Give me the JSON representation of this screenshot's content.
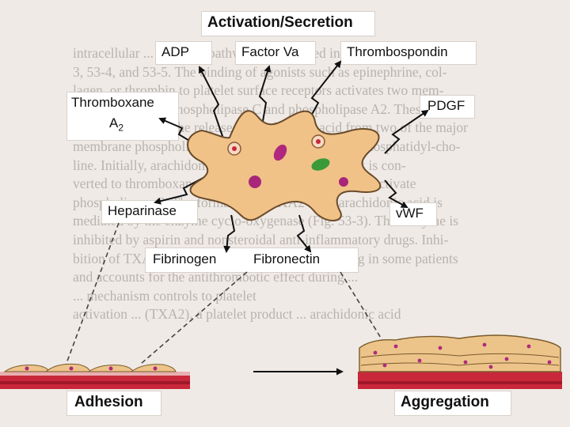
{
  "background_text": [
    "intracellular ... complex pathways as depicted in Figs. 53-",
    "3, 53-4, and 53-5. The binding of agonists such as epinephrine, col-",
    "lagen, or thrombin to platelet surface receptors activates two mem-",
    "brane enzymes—phospholipase C and phospholipase A2. These",
    "enzymes catalyze the release of arachidonic acid from two of the major",
    "membrane phospholipids, phosphatidylinositol and phosphatidyl-cho-",
    "line. Initially, arachidonic acid is then released and it is con-",
    "verted to thromboxane A2 (TXA2), which in turn can activate",
    "phospholipase C. The formation of TXA2 from arachidonic acid is",
    "mediated by the enzyme cyclo-oxygenase (Fig. 53-3). This enzyme is",
    "inhibited by aspirin and nonsteroidal anti-inflammatory drugs. Inhi-",
    "bition of TXA2 synthesis is a cause of mild bleeding in some patients",
    "and accounts for the antithrombotic effect during ...",
    "                     ... mechanism controls to platelet",
    "activation ... (TXA2), a platelet product ... arachidonic acid"
  ],
  "diagram": {
    "title": "Activation/Secretion",
    "labels": {
      "adp": "ADP",
      "factor_va": "Factor Va",
      "thrombospondin": "Thrombospondin",
      "thromboxane": "Thromboxane",
      "thromboxane_sub": "A",
      "thromboxane_subnum": "2",
      "pdgf": "PDGF",
      "heparinase": "Heparinase",
      "vwf": "vWF",
      "fibrinogen": "Fibrinogen",
      "fibronectin": "Fibronectin"
    },
    "adhesion_label": "Adhesion",
    "aggregation_label": "Aggregation"
  },
  "colors": {
    "platelet_fill": "#f0c287",
    "platelet_stroke": "#6a4a2a",
    "granule_magenta": "#b0287e",
    "granule_green": "#3a9a3a",
    "vessel_red": "#c8283a",
    "cell_tan": "#ecc48a"
  }
}
